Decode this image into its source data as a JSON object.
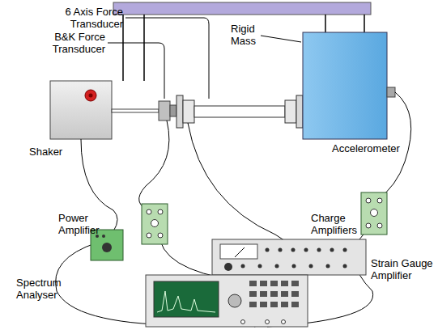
{
  "diagram": {
    "labels": [
      "6 Axis Force Transducer",
      "B&K Force Transducer",
      "Rigid Mass",
      "Shaker",
      "Accelerometer",
      "Power Amplifier",
      "Charge Amplifiers",
      "Strain Gauge Amplifier",
      "Spectrum Analyser"
    ]
  }
}
